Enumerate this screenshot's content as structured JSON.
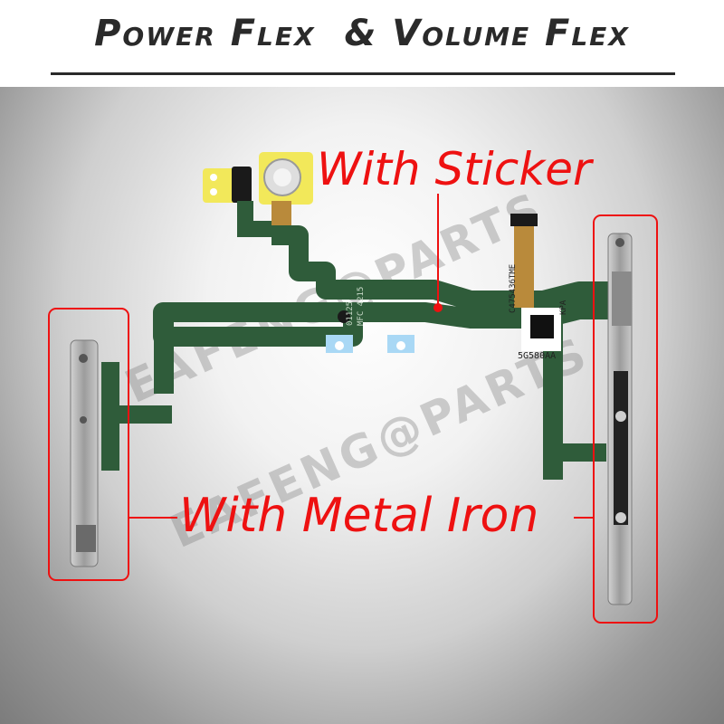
{
  "title": "Power Flex  & Volume Flex",
  "callouts": {
    "sticker": "With Sticker",
    "metal": "With Metal Iron"
  },
  "flex_labels": {
    "code_a": "5G580AA",
    "code_b": "C475436TME",
    "code_c": "KPA",
    "code_d": "MFC 4215",
    "code_e": "01125"
  },
  "watermark": "EAFENG@PARTS",
  "colors": {
    "callout": "#ee1111",
    "flex_green": "#2f5c3a",
    "flex_amber": "#b98a3b",
    "metal": "#a9a9a9",
    "sticker_blue": "#a9d8f5",
    "sticker_yellow": "#f2e85a"
  }
}
